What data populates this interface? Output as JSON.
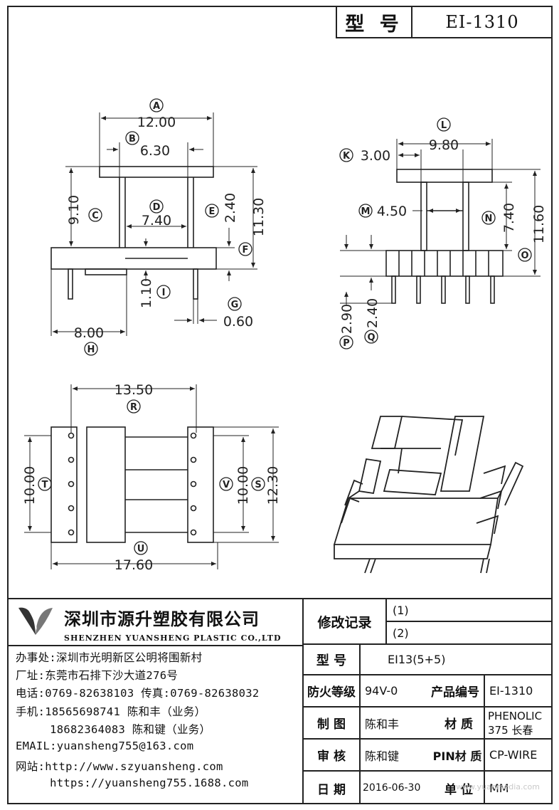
{
  "header": {
    "model_label": "型 号",
    "model_value": "EI-1310"
  },
  "drawing": {
    "dims": {
      "A": "12.00",
      "B": "6.30",
      "C": "9.10",
      "D": "7.40",
      "E": "2.40",
      "F_total": "11.30",
      "I": "1.10",
      "G": "0.60",
      "H": "8.00",
      "K": "3.00",
      "L": "9.80",
      "M": "4.50",
      "N": "7.40",
      "O": "11.60",
      "P": "2.90",
      "Q": "2.40",
      "R": "13.50",
      "T": "10.00",
      "V": "10.00",
      "S": "12.30",
      "U": "17.60"
    },
    "letters": [
      "A",
      "B",
      "C",
      "D",
      "E",
      "F",
      "G",
      "H",
      "I",
      "K",
      "L",
      "M",
      "N",
      "O",
      "P",
      "Q",
      "R",
      "S",
      "T",
      "U",
      "V"
    ]
  },
  "company": {
    "name_cn": "深圳市源升塑胶有限公司",
    "name_en": "SHENZHEN YUANSHENG PLASTIC CO.,LTD",
    "contacts": [
      "办事处:深圳市光明新区公明将围新村",
      "厂址:东莞市石排下沙大道276号",
      "电话:0769-82638103 传真:0769-82638032",
      "手机:18565698741 陈和丰（业务）",
      "     18682364083 陈和键（业务）",
      "EMAIL:yuansheng755@163.com",
      "网站:http://www.szyuansheng.com",
      "     https://yuansheng755.1688.com"
    ]
  },
  "titleblock": {
    "revision_label": "修改记录",
    "rev1": "(1)",
    "rev2": "(2)",
    "model_label": "型 号",
    "model_value": "EI13(5+5)",
    "fire_label": "防火等级",
    "fire_value": "94V-0",
    "product_no_label": "产品编号",
    "product_no_value": "EI-1310",
    "drawn_label": "制 图",
    "drawn_value": "陈和丰",
    "material_label": "材 质",
    "material_value_1": "PHENOLIC",
    "material_value_2": "375 长春",
    "check_label": "审 核",
    "check_value": "陈和键",
    "pin_label": "PIN材 质",
    "pin_value": "CP-WIRE",
    "date_label": "日 期",
    "date_value": "2016-06-30",
    "unit_label": "单 位",
    "unit_value": "MM"
  },
  "watermark": "www.yuanmedia.com"
}
